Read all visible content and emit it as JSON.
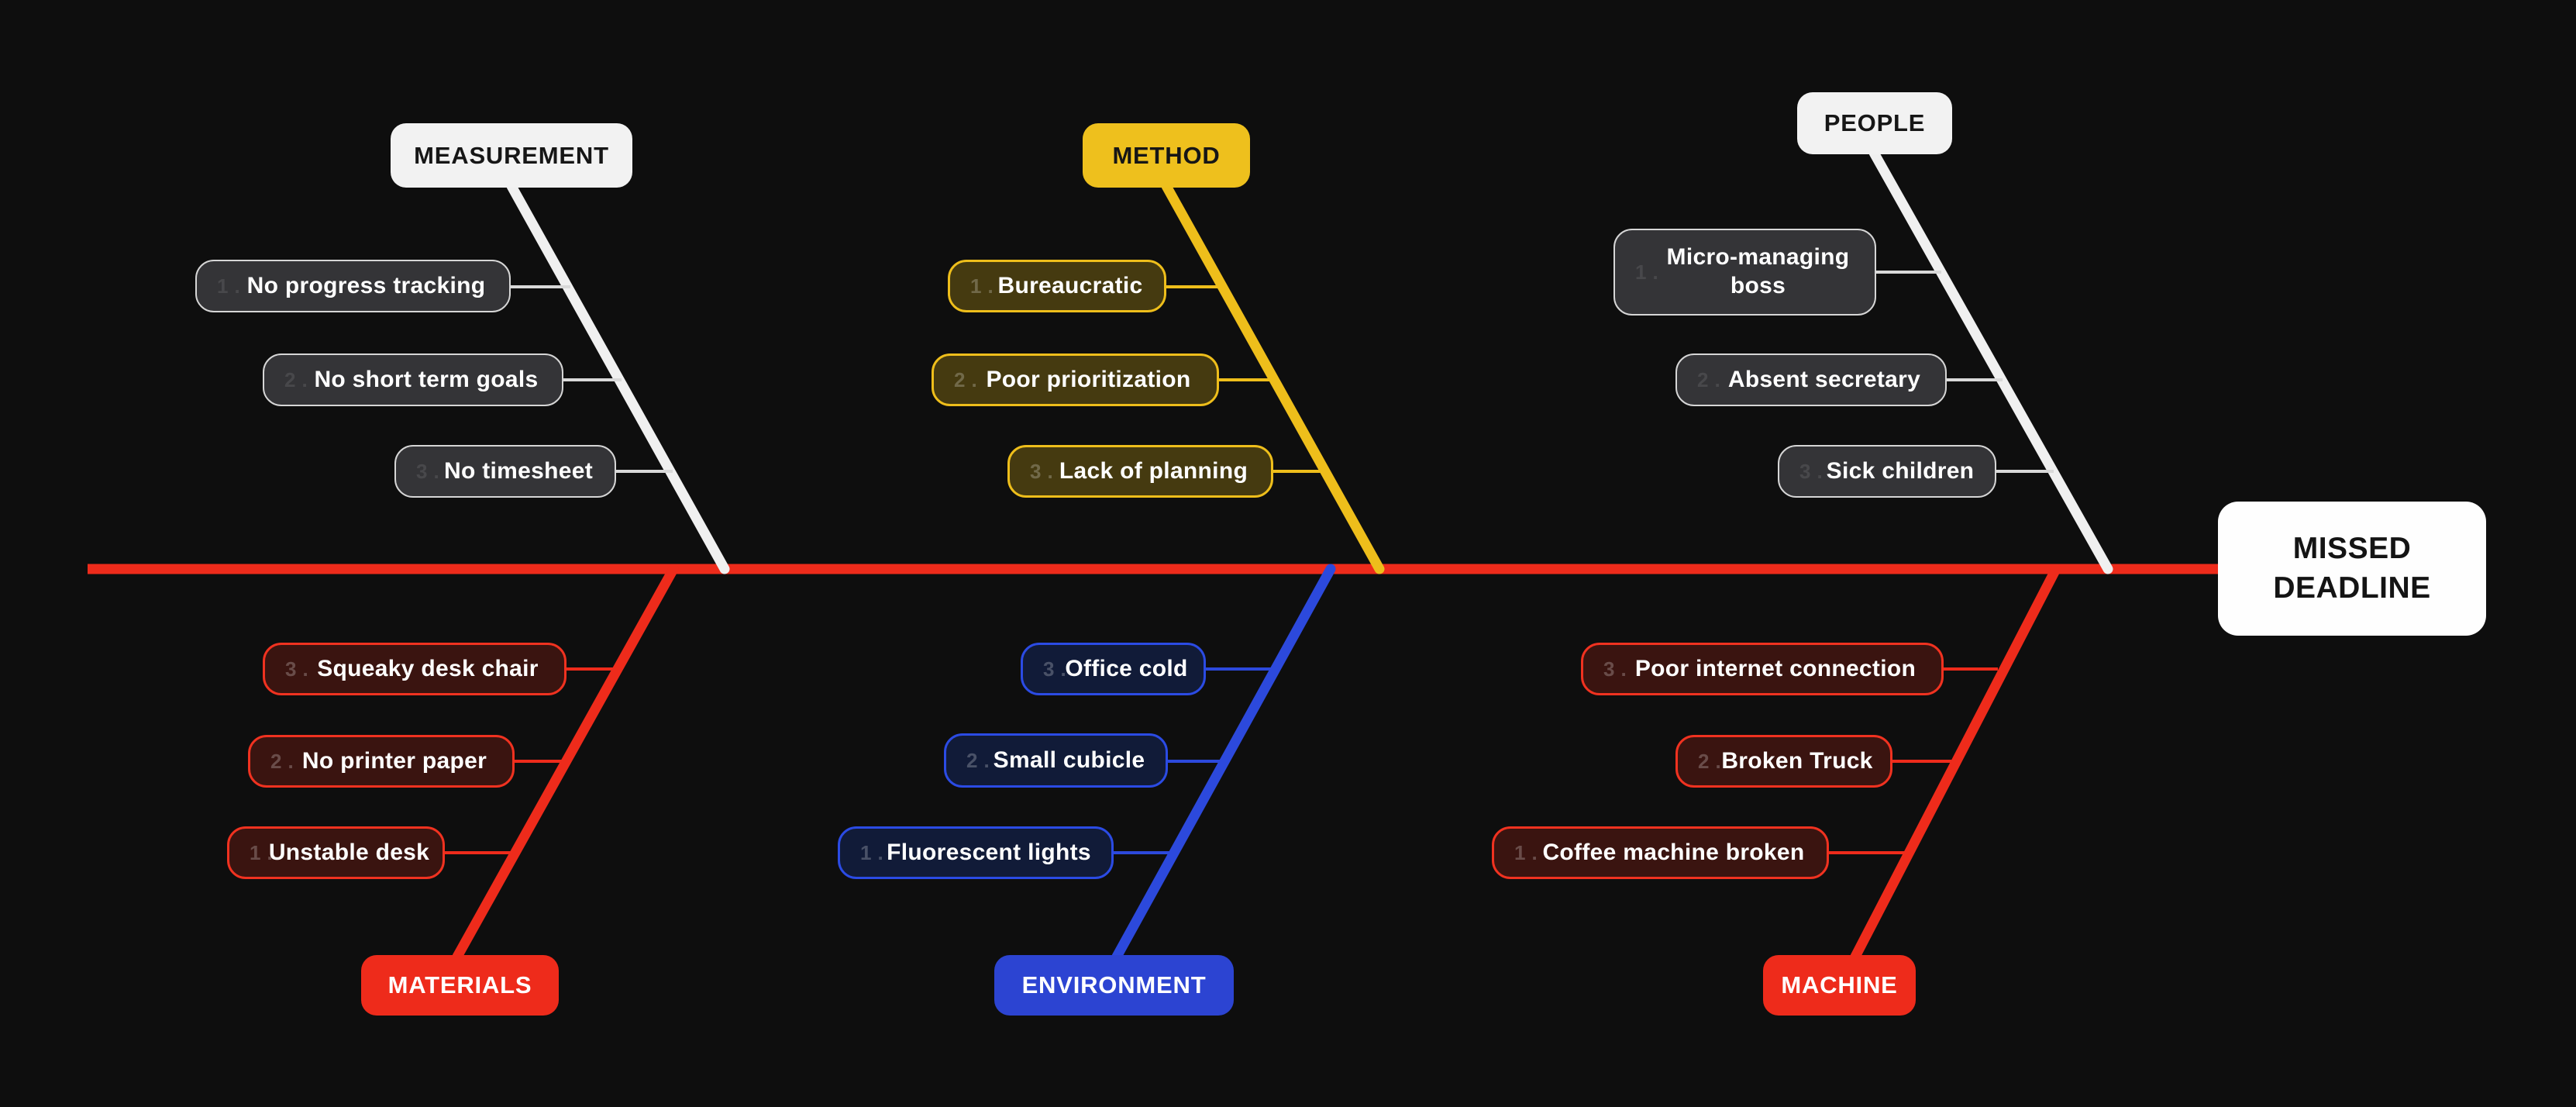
{
  "head": {
    "label": "MISSED DEADLINE"
  },
  "colors": {
    "background": "#0e0e0e",
    "spine": "#ee2b1b",
    "red": "#ee2b1b",
    "yellow": "#eebe1b",
    "blue": "#2c46d8",
    "white": "#f2f2f2",
    "node_text": "#ffffff",
    "faint_number": "#5b5b63"
  },
  "branches": [
    {
      "id": "measurement",
      "label": "MEASUREMENT",
      "color": "#f2f2f2",
      "side": "top",
      "items": [
        {
          "num": "1.",
          "label": "No progress tracking"
        },
        {
          "num": "2.",
          "label": "No short term goals"
        },
        {
          "num": "3.",
          "label": "No timesheet"
        }
      ]
    },
    {
      "id": "method",
      "label": "METHOD",
      "color": "#eebe1b",
      "side": "top",
      "items": [
        {
          "num": "1.",
          "label": "Bureaucratic"
        },
        {
          "num": "2.",
          "label": "Poor prioritization"
        },
        {
          "num": "3.",
          "label": "Lack of planning"
        }
      ]
    },
    {
      "id": "people",
      "label": "PEOPLE",
      "color": "#f2f2f2",
      "side": "top",
      "items": [
        {
          "num": "1.",
          "label": "Micro-managing boss"
        },
        {
          "num": "2.",
          "label": "Absent secretary"
        },
        {
          "num": "3.",
          "label": "Sick children"
        }
      ]
    },
    {
      "id": "materials",
      "label": "MATERIALS",
      "color": "#ee2b1b",
      "side": "bottom",
      "items": [
        {
          "num": "3.",
          "label": "Squeaky desk chair"
        },
        {
          "num": "2.",
          "label": "No printer paper"
        },
        {
          "num": "1.",
          "label": "Unstable desk"
        }
      ]
    },
    {
      "id": "environment",
      "label": "ENVIRONMENT",
      "color": "#2c46d8",
      "side": "bottom",
      "items": [
        {
          "num": "3.",
          "label": "Office cold"
        },
        {
          "num": "2.",
          "label": "Small cubicle"
        },
        {
          "num": "1.",
          "label": "Fluorescent lights"
        }
      ]
    },
    {
      "id": "machine",
      "label": "MACHINE",
      "color": "#ee2b1b",
      "side": "bottom",
      "items": [
        {
          "num": "3.",
          "label": "Poor internet connection"
        },
        {
          "num": "2.",
          "label": "Broken Truck"
        },
        {
          "num": "1.",
          "label": "Coffee machine broken"
        }
      ]
    }
  ]
}
